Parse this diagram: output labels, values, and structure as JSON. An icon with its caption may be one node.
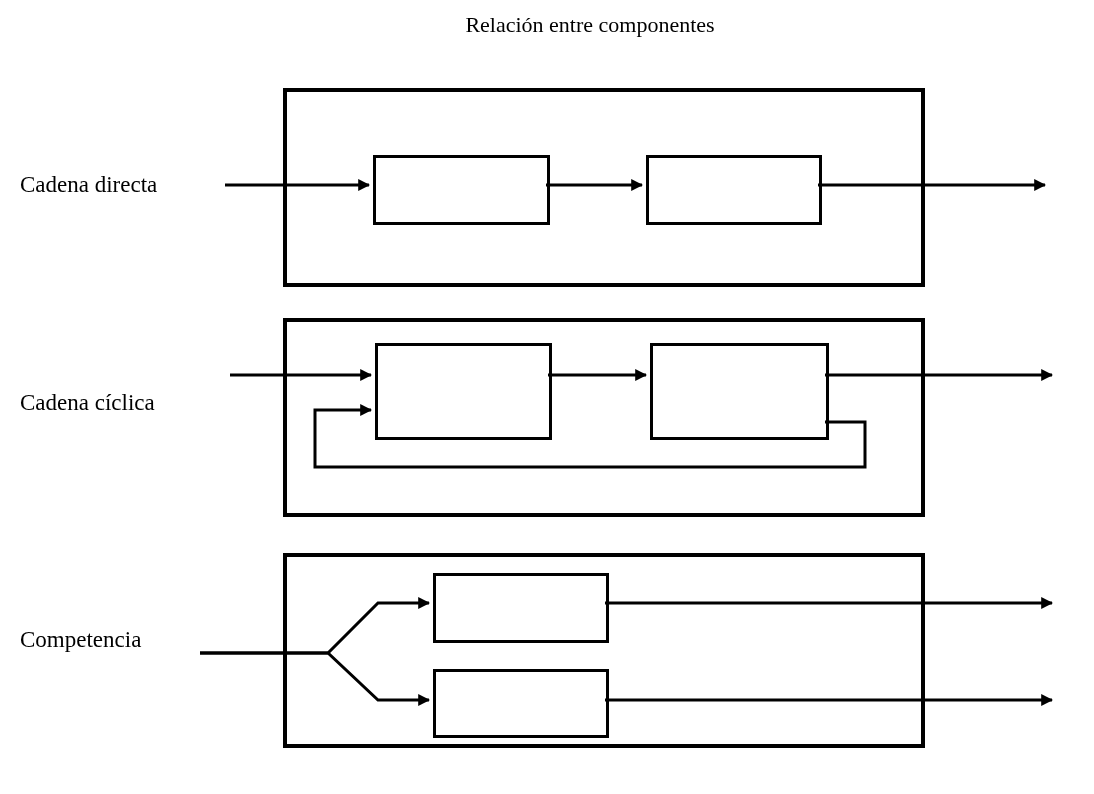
{
  "diagram": {
    "title": "Relación entre componentes",
    "nodes": [
      {
        "text": [
          "Cadena directa"
        ]
      },
      {
        "text": [],
        "shape": "box"
      },
      {
        "text": [],
        "shape": "box",
        "in": 1
      },
      {
        "text": [],
        "shape": "box",
        "in": 1
      },
      {
        "text": [],
        "shape": "box"
      },
      {
        "text": [],
        "shape": "box",
        "in": 4
      },
      {
        "text": [],
        "shape": "box",
        "in": 4
      },
      {
        "text": [
          "Competencia"
        ]
      },
      {
        "text": [],
        "shape": "box"
      },
      {
        "text": [],
        "shape": "box",
        "in": 8
      },
      {
        "text": [],
        "shape": "box",
        "in": 8
      }
    ],
    "edges": [
      {
        "from": 0,
        "to": 2,
        "arrow": "to"
      },
      {
        "from": 2,
        "to": 3,
        "arrow": "to"
      },
      {
        "from": 3,
        "to": null,
        "arrow": "to"
      },
      {
        "from": null,
        "to": 5,
        "arrow": "to"
      },
      {
        "from": 5,
        "to": 6,
        "arrow": "to"
      },
      {
        "from": 6,
        "to": null,
        "arrow": "to"
      },
      {
        "from": 6,
        "to": 5,
        "arrow": "to"
      },
      {
        "from": 7,
        "to": 9,
        "arrow": "to"
      },
      {
        "from": 7,
        "to": 10,
        "arrow": "to"
      },
      {
        "from": 9,
        "to": null,
        "arrow": "to"
      },
      {
        "from": 10,
        "to": null,
        "arrow": "to"
      }
    ],
    "labels": [
      "Cadena cíclica"
    ]
  }
}
